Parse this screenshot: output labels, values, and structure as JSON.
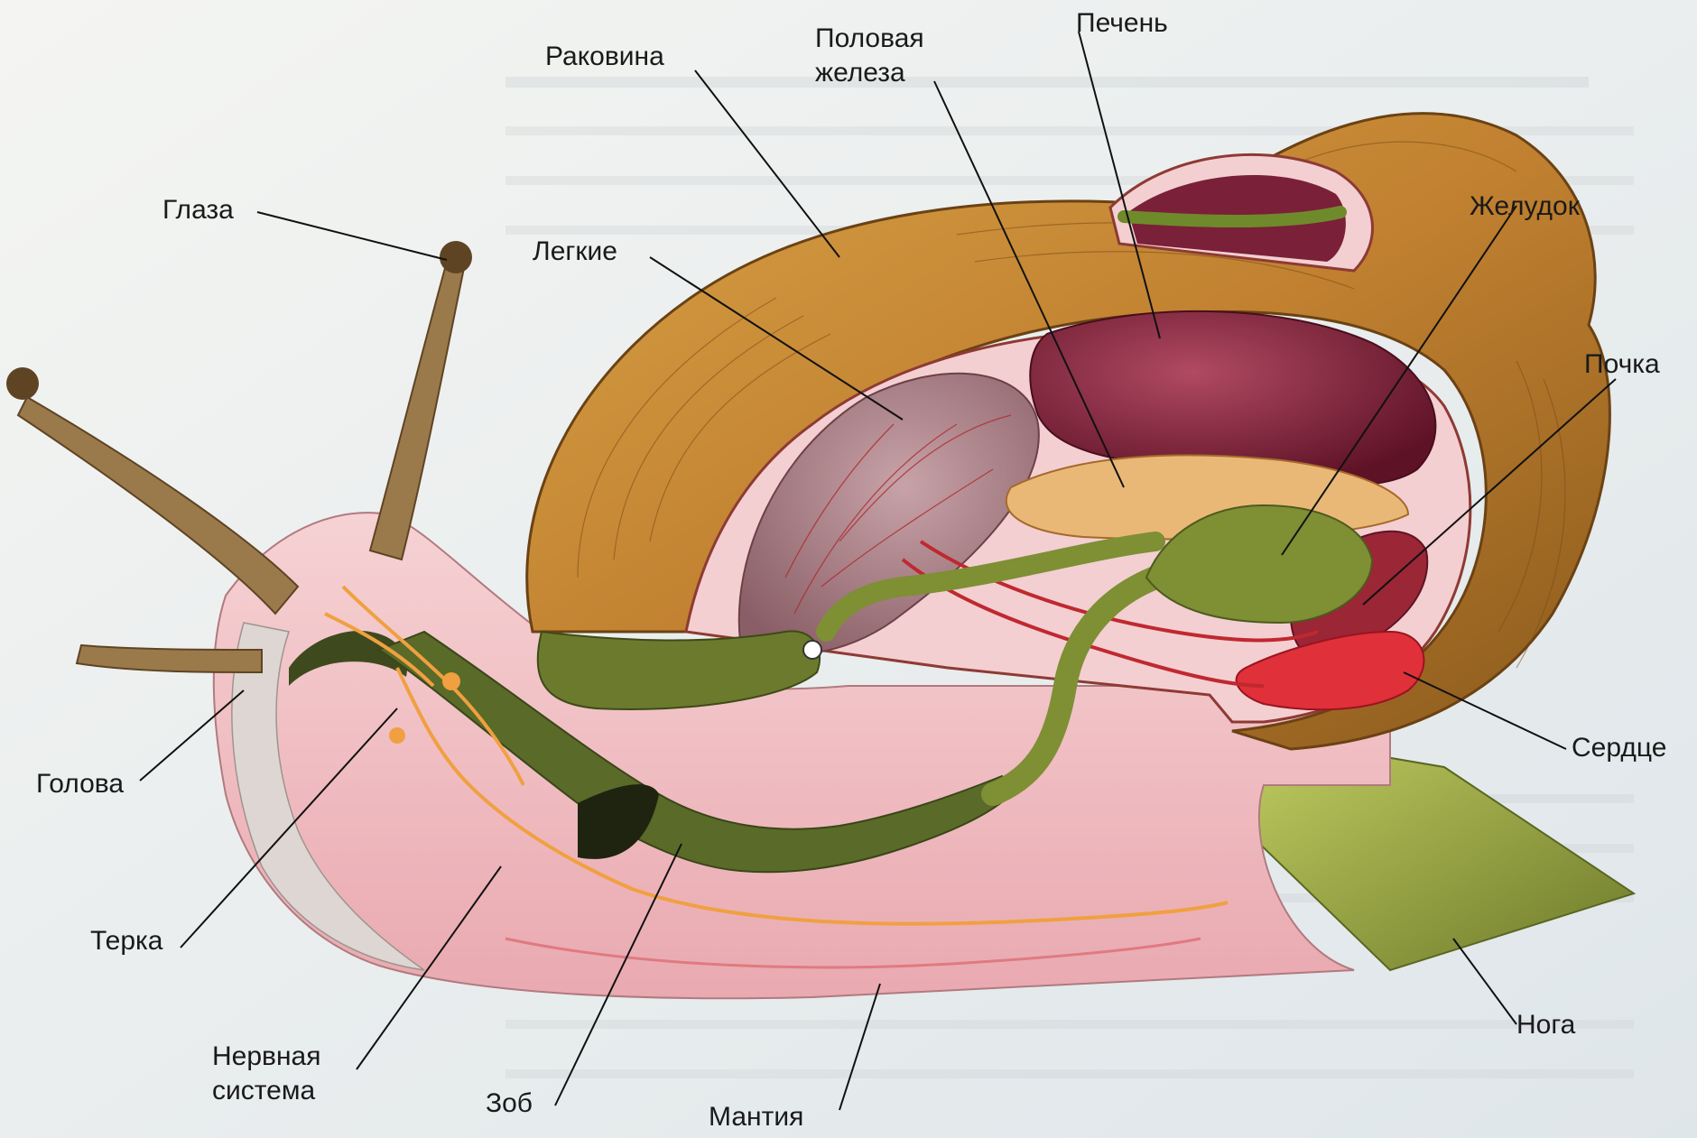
{
  "labels": {
    "eyes": "Глаза",
    "head": "Голова",
    "radula": "Терка",
    "nervous_1": "Нервная",
    "nervous_2": "система",
    "crop": "Зоб",
    "mantle": "Мантия",
    "shell": "Раковина",
    "lungs": "Легкие",
    "gonad_1": "Половая",
    "gonad_2": "железа",
    "liver": "Печень",
    "stomach": "Желудок",
    "kidney": "Почка",
    "heart": "Сердце",
    "foot": "Нога"
  },
  "colors": {
    "body": "#f2c6c9",
    "shell": "#c8902f",
    "shell_dark": "#8a5a1c",
    "digestive": "#8a9a3c",
    "liver": "#7a1e34",
    "lung": "#a9868c",
    "heart": "#e0303a",
    "nerve": "#f0a040",
    "foot": "#a8b848"
  }
}
